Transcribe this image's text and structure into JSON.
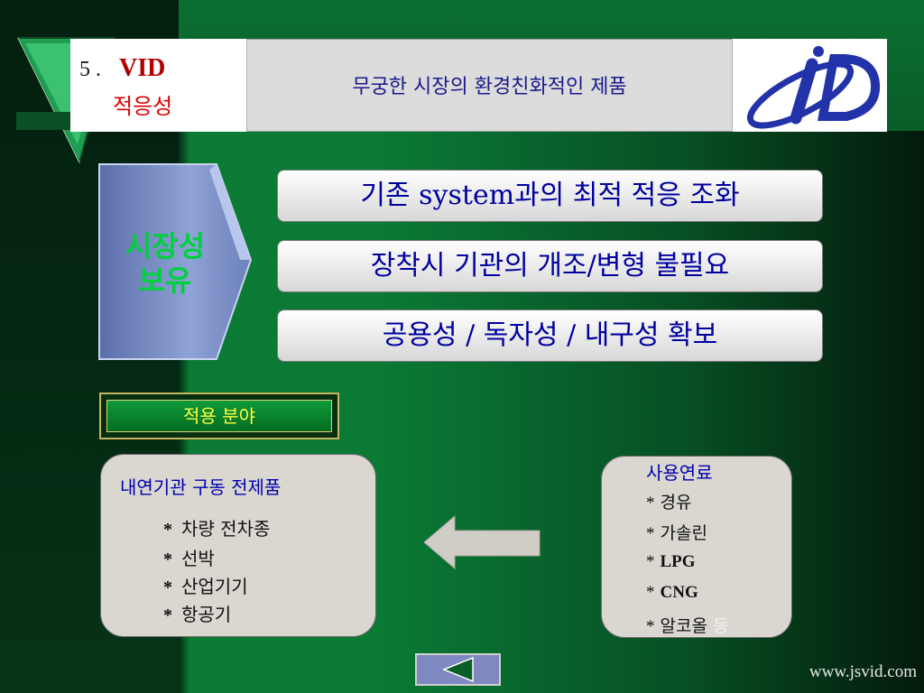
{
  "header": {
    "section_number": "5 .",
    "section_vid": "VID",
    "section_subtitle": "적응성",
    "title": "무궁한 시장의 환경친화적인 제품",
    "logo_icon": "vid-logo-icon"
  },
  "arrow_label": {
    "line1": "시장성",
    "line2": "보유"
  },
  "features": [
    "기존 system과의 최적 적응 조화",
    "장착시 기관의 개조/변형 불필요",
    "공용성 / 독자성 / 내구성 확보"
  ],
  "application_label": "적용 분야",
  "left_box": {
    "title": "내연기관 구동  전제품",
    "items": [
      "차량 전차종",
      "선박",
      "산업기기",
      "항공기"
    ]
  },
  "right_box": {
    "title": "사용연료",
    "items": [
      "경유",
      "가솔린",
      "LPG",
      "CNG",
      "알코올"
    ],
    "faded_suffix": "등"
  },
  "star": "*",
  "nav": {
    "back_icon": "back-triangle-icon"
  },
  "website": "www.jsvid.com",
  "colors": {
    "background_green": "#0a7a35",
    "feature_text": "#0000a0",
    "arrow_text": "#00d040",
    "label_text": "#ffff40",
    "accent_red": "#e00000"
  }
}
